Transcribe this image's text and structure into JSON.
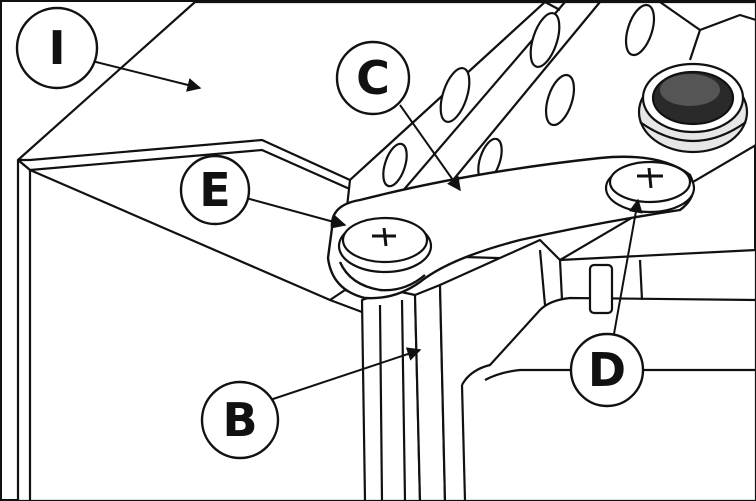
{
  "callouts": {
    "I": "I",
    "C": "C",
    "E": "E",
    "D": "D",
    "B": "B"
  },
  "colors": {
    "line": "#111111",
    "fill": "#ffffff",
    "shade": "#e6e6e6",
    "dark": "#2a2a2a"
  }
}
